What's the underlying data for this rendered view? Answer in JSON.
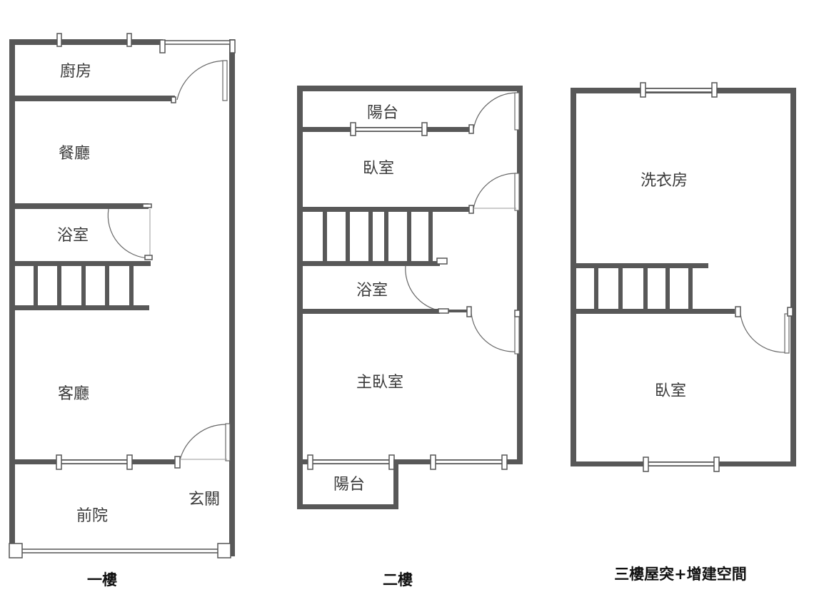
{
  "floors": [
    {
      "caption": "一樓",
      "rooms": {
        "kitchen": "廚房",
        "dining": "餐廳",
        "bath": "浴室",
        "living": "客廳",
        "front_yard": "前院",
        "entrance": "玄關"
      }
    },
    {
      "caption": "二樓",
      "rooms": {
        "balcony_back": "陽台",
        "bedroom": "臥室",
        "bath": "浴室",
        "master_bedroom": "主臥室",
        "balcony_front": "陽台"
      }
    },
    {
      "caption": "三樓屋突+增建空間",
      "rooms": {
        "laundry": "洗衣房",
        "bedroom": "臥室"
      }
    }
  ]
}
